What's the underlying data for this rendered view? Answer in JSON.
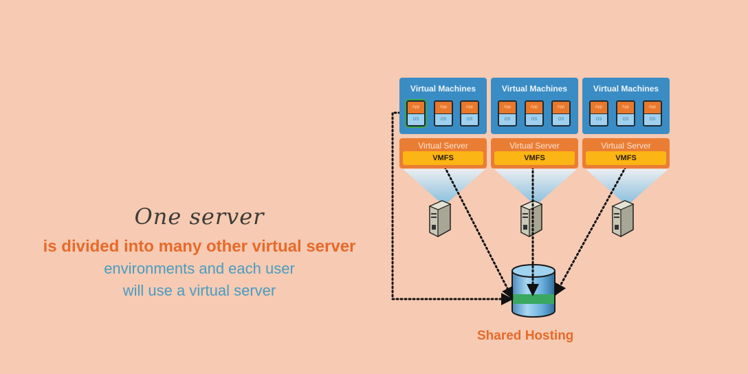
{
  "caption": {
    "script_line": "One server",
    "main_line": "is divided into many other virtual server",
    "sub_line_1": "environments and each user",
    "sub_line_2": "will use a virtual server"
  },
  "hosts": [
    {
      "vm_title": "Virtual Machines",
      "vms": [
        {
          "app": "App",
          "os": "OS"
        },
        {
          "app": "App",
          "os": "OS"
        },
        {
          "app": "App",
          "os": "OS"
        }
      ],
      "server_title": "Virtual Server",
      "fs_label": "VMFS"
    },
    {
      "vm_title": "Virtual Machines",
      "vms": [
        {
          "app": "App",
          "os": "OS"
        },
        {
          "app": "App",
          "os": "OS"
        },
        {
          "app": "App",
          "os": "OS"
        }
      ],
      "server_title": "Virtual Server",
      "fs_label": "VMFS"
    },
    {
      "vm_title": "Virtual Machines",
      "vms": [
        {
          "app": "App",
          "os": "OS"
        },
        {
          "app": "App",
          "os": "OS"
        },
        {
          "app": "App",
          "os": "OS"
        }
      ],
      "server_title": "Virtual Server",
      "fs_label": "VMFS"
    }
  ],
  "storage_label": "Shared Hosting",
  "colors": {
    "background": "#f6cab3",
    "accent_orange": "#e66a2a",
    "accent_blue": "#4a9cc0",
    "vm_blue": "#3a8cc4",
    "vmfs_yellow": "#fbb514",
    "highlight_green": "#3aa84a"
  }
}
